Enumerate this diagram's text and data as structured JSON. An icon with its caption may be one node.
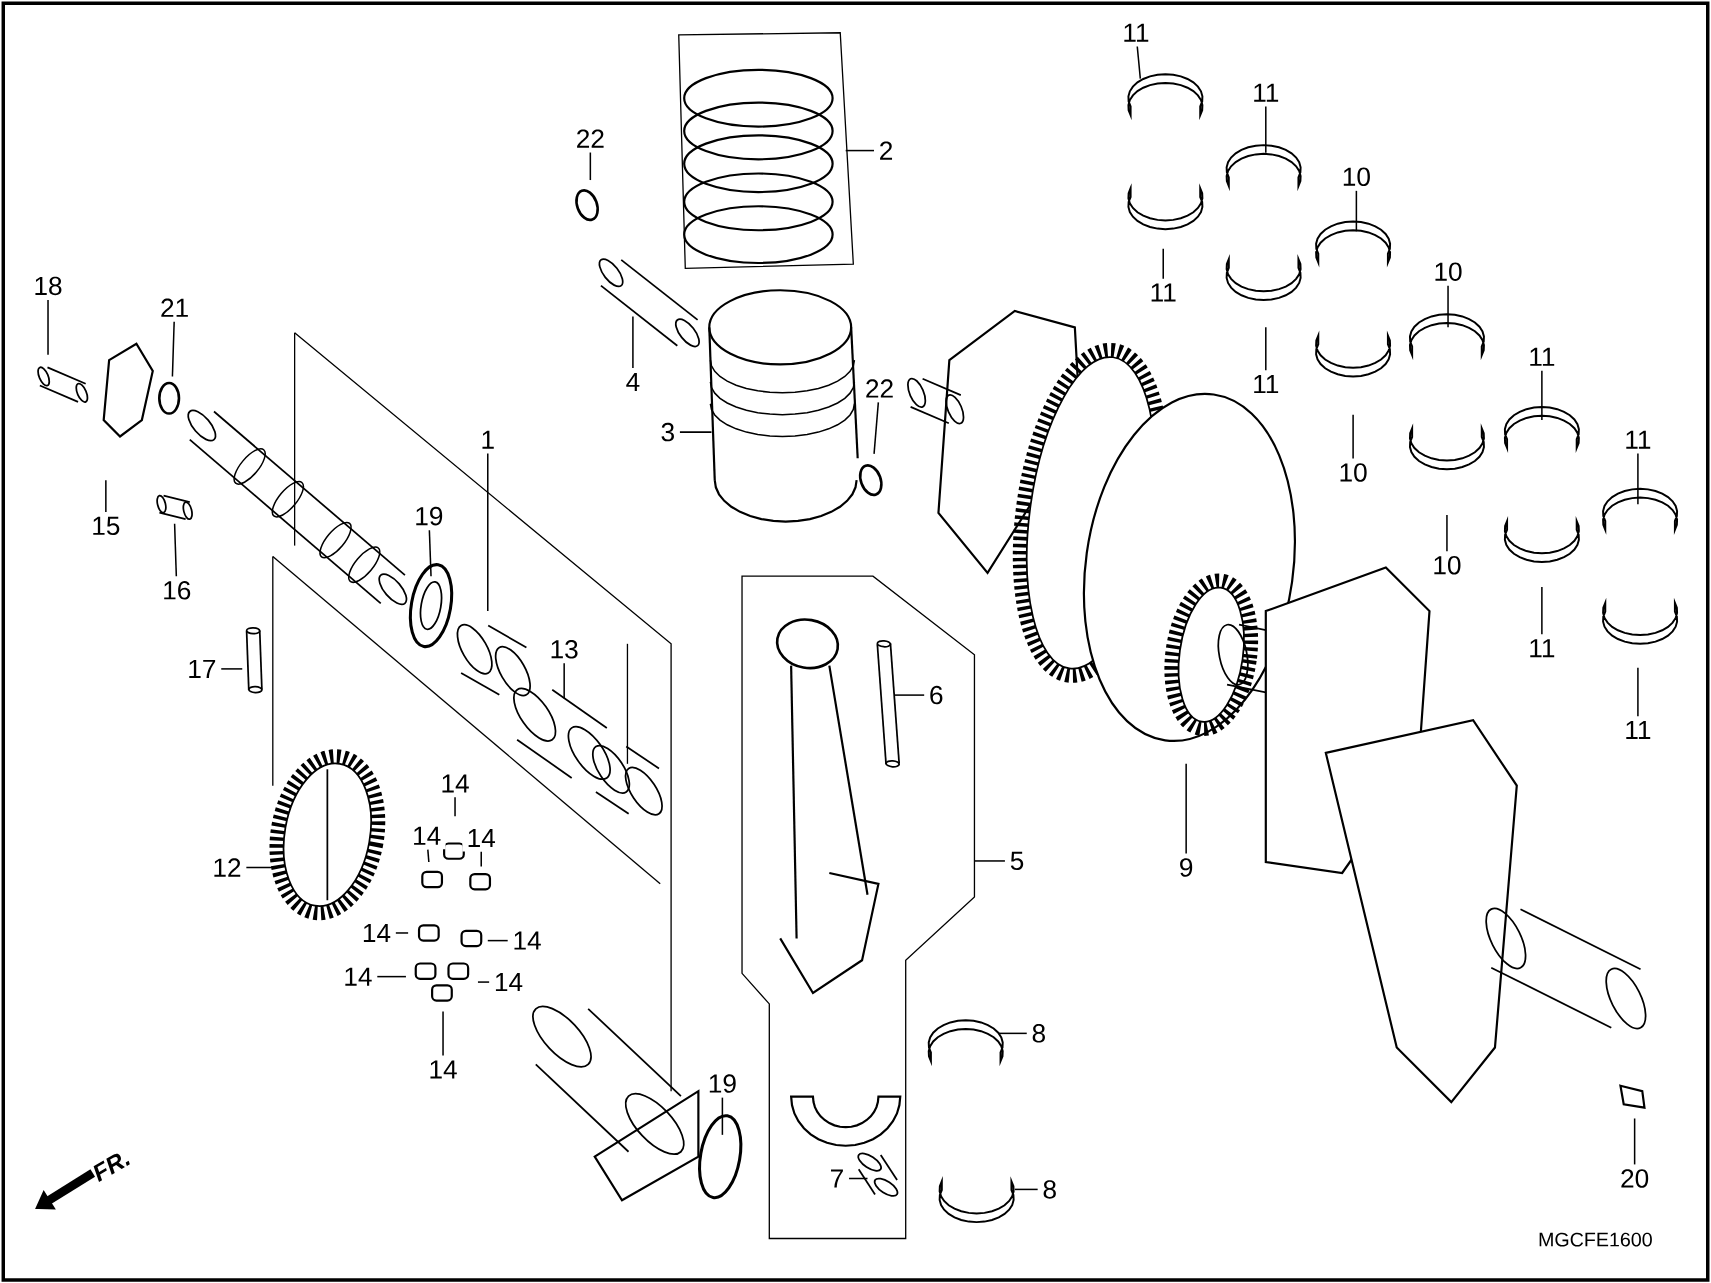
{
  "diagram": {
    "nodes": [
      {
        "text": [
          "11"
        ]
      },
      {
        "text": [
          "11"
        ]
      },
      {
        "text": [
          "2"
        ]
      },
      {
        "text": [
          "22"
        ]
      },
      {
        "text": [
          "10"
        ]
      },
      {
        "text": [
          "10"
        ]
      },
      {
        "text": [
          "18"
        ]
      },
      {
        "text": [
          "11"
        ]
      },
      {
        "text": [
          "21"
        ]
      },
      {
        "text": [
          "11"
        ]
      },
      {
        "text": [
          "4"
        ]
      },
      {
        "text": [
          "11"
        ]
      },
      {
        "text": [
          "22"
        ]
      },
      {
        "text": [
          "3"
        ]
      },
      {
        "text": [
          "1"
        ]
      },
      {
        "text": [
          "11"
        ]
      },
      {
        "text": [
          "10"
        ]
      },
      {
        "text": [
          "19"
        ]
      },
      {
        "text": [
          "15"
        ]
      },
      {
        "text": [
          "10"
        ]
      },
      {
        "text": [
          "16"
        ]
      },
      {
        "text": [
          "13"
        ]
      },
      {
        "text": [
          "11"
        ]
      },
      {
        "text": [
          "17"
        ]
      },
      {
        "text": [
          "6"
        ]
      },
      {
        "text": [
          "11"
        ]
      },
      {
        "text": [
          "14"
        ]
      },
      {
        "text": [
          "14"
        ]
      },
      {
        "text": [
          "14"
        ]
      },
      {
        "text": [
          "5"
        ]
      },
      {
        "text": [
          "12"
        ]
      },
      {
        "text": [
          "9"
        ]
      },
      {
        "text": [
          "14"
        ]
      },
      {
        "text": [
          "14"
        ]
      },
      {
        "text": [
          "14"
        ]
      },
      {
        "text": [
          "14"
        ]
      },
      {
        "text": [
          "8"
        ]
      },
      {
        "text": [
          "14"
        ]
      },
      {
        "text": [
          "19"
        ]
      },
      {
        "text": [
          "8"
        ]
      },
      {
        "text": [
          "7"
        ]
      },
      {
        "text": [
          "20"
        ]
      }
    ],
    "edges": [
      {
        "from": 0,
        "to": null,
        "arrow": "none"
      },
      {
        "from": 1,
        "to": null,
        "arrow": "none"
      },
      {
        "from": 2,
        "to": null,
        "arrow": "none"
      },
      {
        "from": 3,
        "to": null,
        "arrow": "none"
      },
      {
        "from": 4,
        "to": null,
        "arrow": "none"
      },
      {
        "from": 5,
        "to": null,
        "arrow": "none"
      },
      {
        "from": 6,
        "to": null,
        "arrow": "none"
      },
      {
        "from": 7,
        "to": null,
        "arrow": "none"
      },
      {
        "from": 8,
        "to": null,
        "arrow": "none"
      },
      {
        "from": 9,
        "to": null,
        "arrow": "none"
      },
      {
        "from": 10,
        "to": null,
        "arrow": "none"
      },
      {
        "from": 11,
        "to": null,
        "arrow": "none"
      },
      {
        "from": 12,
        "to": null,
        "arrow": "none"
      },
      {
        "from": 13,
        "to": null,
        "arrow": "none"
      },
      {
        "from": 14,
        "to": null,
        "arrow": "none"
      },
      {
        "from": 15,
        "to": null,
        "arrow": "none"
      },
      {
        "from": 16,
        "to": null,
        "arrow": "none"
      },
      {
        "from": 17,
        "to": null,
        "arrow": "none"
      },
      {
        "from": 18,
        "to": null,
        "arrow": "none"
      },
      {
        "from": 19,
        "to": null,
        "arrow": "none"
      },
      {
        "from": 20,
        "to": null,
        "arrow": "none"
      },
      {
        "from": 21,
        "to": null,
        "arrow": "none"
      },
      {
        "from": 22,
        "to": null,
        "arrow": "none"
      },
      {
        "from": 23,
        "to": null,
        "arrow": "none"
      },
      {
        "from": 24,
        "to": null,
        "arrow": "none"
      },
      {
        "from": 25,
        "to": null,
        "arrow": "none"
      },
      {
        "from": 26,
        "to": null,
        "arrow": "none"
      },
      {
        "from": 27,
        "to": null,
        "arrow": "none"
      },
      {
        "from": 28,
        "to": null,
        "arrow": "none"
      },
      {
        "from": 29,
        "to": null,
        "arrow": "none"
      },
      {
        "from": 30,
        "to": null,
        "arrow": "none"
      },
      {
        "from": 31,
        "to": null,
        "arrow": "none"
      },
      {
        "from": 32,
        "to": null,
        "arrow": "none"
      },
      {
        "from": 33,
        "to": null,
        "arrow": "none"
      },
      {
        "from": 34,
        "to": null,
        "arrow": "none"
      },
      {
        "from": 35,
        "to": null,
        "arrow": "none"
      },
      {
        "from": 36,
        "to": null,
        "arrow": "none"
      },
      {
        "from": 37,
        "to": null,
        "arrow": "none"
      },
      {
        "from": 38,
        "to": null,
        "arrow": "none"
      },
      {
        "from": 39,
        "to": null,
        "arrow": "none"
      },
      {
        "from": 40,
        "to": null,
        "arrow": "none"
      },
      {
        "from": 41,
        "to": null,
        "arrow": "none"
      }
    ],
    "labels": [
      "FR.",
      "MGCFE1600"
    ]
  }
}
